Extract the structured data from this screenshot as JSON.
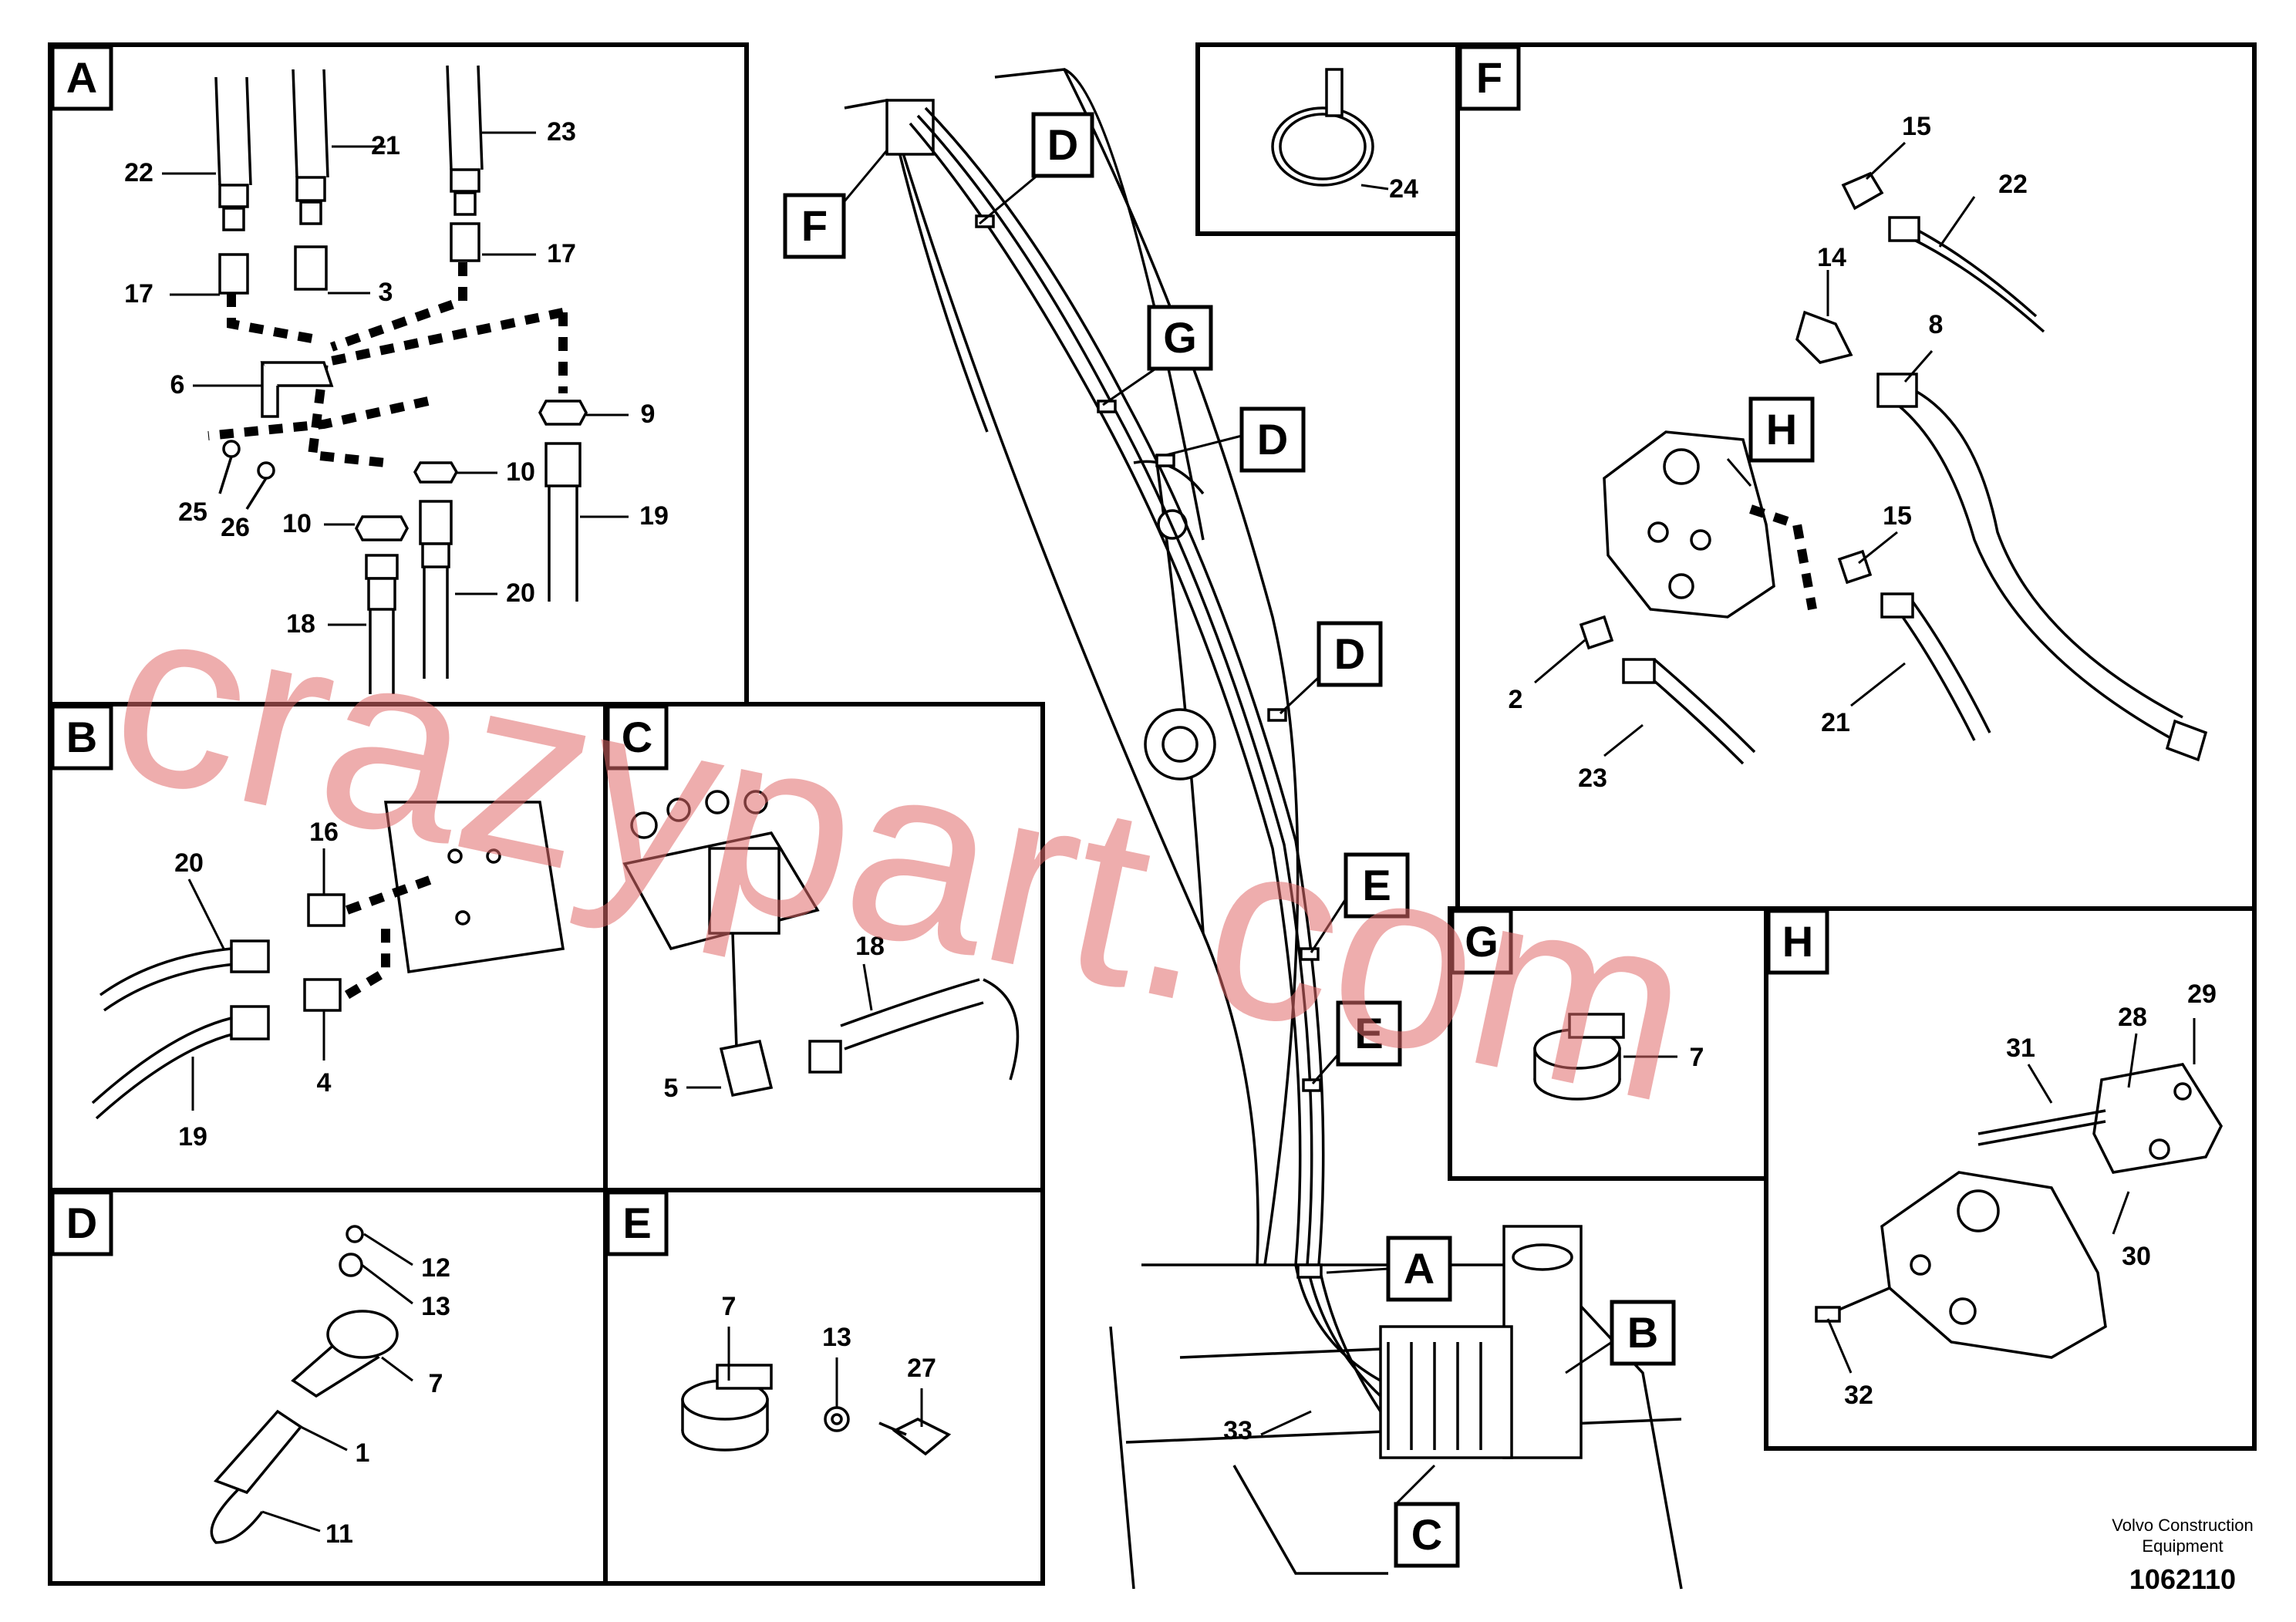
{
  "panels": {
    "A": {
      "tag": "A",
      "callouts": [
        "22",
        "21",
        "23",
        "17",
        "3",
        "17",
        "6",
        "9",
        "10",
        "25",
        "26",
        "10",
        "19",
        "20",
        "18"
      ]
    },
    "B": {
      "tag": "B",
      "callouts": [
        "16",
        "20",
        "4",
        "19"
      ]
    },
    "C": {
      "tag": "C",
      "callouts": [
        "18",
        "5"
      ]
    },
    "D": {
      "tag": "D",
      "callouts": [
        "12",
        "13",
        "7",
        "1",
        "11"
      ]
    },
    "E": {
      "tag": "E",
      "callouts": [
        "7",
        "13",
        "27"
      ]
    },
    "F": {
      "tag": "F",
      "callouts": [
        "15",
        "22",
        "14",
        "8",
        "15",
        "2",
        "21",
        "23"
      ],
      "detail_tag": "H"
    },
    "G": {
      "tag": "G",
      "callouts": [
        "7"
      ]
    },
    "H": {
      "tag": "H",
      "callouts": [
        "28",
        "29",
        "31",
        "30",
        "32"
      ]
    },
    "tie": {
      "callouts": [
        "24"
      ]
    }
  },
  "main_view": {
    "tags": [
      "D",
      "F",
      "G",
      "D",
      "D",
      "E",
      "E",
      "A",
      "B",
      "C"
    ],
    "callouts": [
      "33"
    ]
  },
  "watermark": "crazypart.com",
  "footer": {
    "credit_line1": "Volvo Construction",
    "credit_line2": "Equipment",
    "doc_number": "1062110"
  }
}
